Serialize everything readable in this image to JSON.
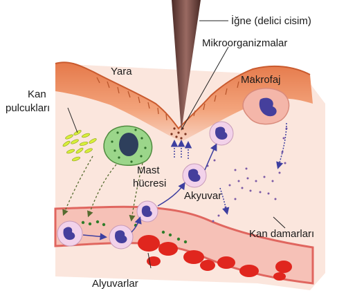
{
  "labels": {
    "needle": "İğne (delici cisim)",
    "microorganisms": "Mikroorganizmalar",
    "wound": "Yara",
    "macrophage": "Makrofaj",
    "platelets_line1": "Kan",
    "platelets_line2": "pulcukları",
    "mast_line1": "Mast",
    "mast_line2": "hücresi",
    "leukocyte": "Akyuvar",
    "vessels": "Kan damarları",
    "erythrocytes": "Alyuvarlar"
  },
  "colors": {
    "tissue": "#fbe6dd",
    "skin_top": "#e8834f",
    "skin_surface": "#f6a27c",
    "vessel": "#f6c1b7",
    "vessel_wall": "#e0665f",
    "rbc": "#e0261e",
    "leukocyte_body": "#f2d2ea",
    "leukocyte_nucleus": "#453f9c",
    "mast_body": "#9bd68a",
    "mast_nucleus": "#2e3f5c",
    "platelets": "#d9ef3a",
    "macrophage_body": "#f4b6a9",
    "needle": "#6a3e38",
    "arrow": "#3d3fa0"
  }
}
